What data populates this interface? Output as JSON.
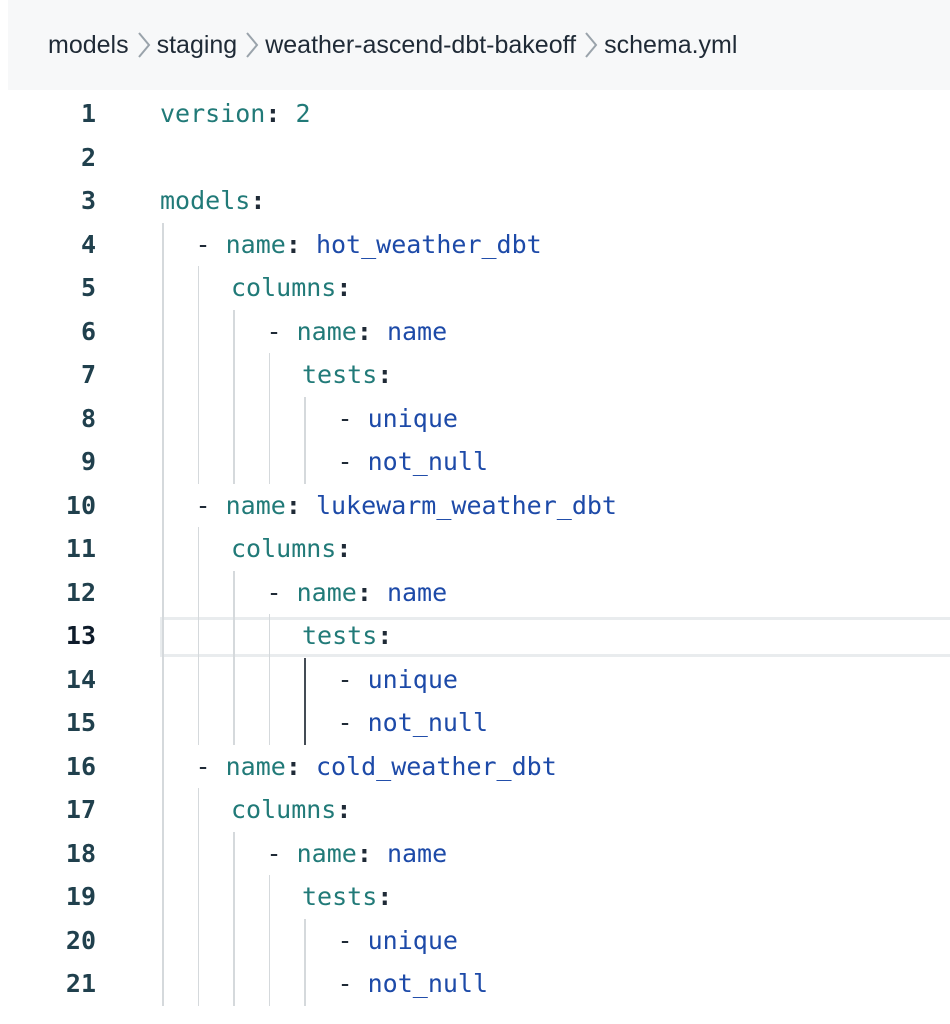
{
  "breadcrumb": {
    "items": [
      "models",
      "staging",
      "weather-ascend-dbt-bakeoff",
      "schema.yml"
    ]
  },
  "editor": {
    "active_line": 13,
    "lines": [
      {
        "num": "1",
        "indent": 0,
        "parts": [
          {
            "t": "k",
            "s": "version"
          },
          {
            "t": "p",
            "s": ":"
          },
          {
            "t": "k",
            "s": " 2"
          }
        ]
      },
      {
        "num": "2",
        "indent": 0,
        "parts": []
      },
      {
        "num": "3",
        "indent": 0,
        "parts": [
          {
            "t": "k",
            "s": "models"
          },
          {
            "t": "p",
            "s": ":"
          }
        ]
      },
      {
        "num": "4",
        "indent": 1,
        "parts": [
          {
            "t": "dash",
            "s": "- "
          },
          {
            "t": "k",
            "s": "name"
          },
          {
            "t": "p",
            "s": ":"
          },
          {
            "t": "v",
            "s": " hot_weather_dbt"
          }
        ]
      },
      {
        "num": "5",
        "indent": 2,
        "parts": [
          {
            "t": "k",
            "s": "columns"
          },
          {
            "t": "p",
            "s": ":"
          }
        ]
      },
      {
        "num": "6",
        "indent": 3,
        "parts": [
          {
            "t": "dash",
            "s": "- "
          },
          {
            "t": "k",
            "s": "name"
          },
          {
            "t": "p",
            "s": ":"
          },
          {
            "t": "v",
            "s": " name"
          }
        ]
      },
      {
        "num": "7",
        "indent": 4,
        "parts": [
          {
            "t": "k",
            "s": "tests"
          },
          {
            "t": "p",
            "s": ":"
          }
        ]
      },
      {
        "num": "8",
        "indent": 5,
        "parts": [
          {
            "t": "dash",
            "s": "- "
          },
          {
            "t": "v",
            "s": "unique"
          }
        ]
      },
      {
        "num": "9",
        "indent": 5,
        "parts": [
          {
            "t": "dash",
            "s": "- "
          },
          {
            "t": "v",
            "s": "not_null"
          }
        ]
      },
      {
        "num": "10",
        "indent": 1,
        "parts": [
          {
            "t": "dash",
            "s": "- "
          },
          {
            "t": "k",
            "s": "name"
          },
          {
            "t": "p",
            "s": ":"
          },
          {
            "t": "v",
            "s": " lukewarm_weather_dbt"
          }
        ]
      },
      {
        "num": "11",
        "indent": 2,
        "parts": [
          {
            "t": "k",
            "s": "columns"
          },
          {
            "t": "p",
            "s": ":"
          }
        ]
      },
      {
        "num": "12",
        "indent": 3,
        "parts": [
          {
            "t": "dash",
            "s": "- "
          },
          {
            "t": "k",
            "s": "name"
          },
          {
            "t": "p",
            "s": ":"
          },
          {
            "t": "v",
            "s": " name"
          }
        ]
      },
      {
        "num": "13",
        "indent": 4,
        "parts": [
          {
            "t": "k",
            "s": "tests"
          },
          {
            "t": "p",
            "s": ":"
          }
        ]
      },
      {
        "num": "14",
        "indent": 5,
        "parts": [
          {
            "t": "dash",
            "s": "- "
          },
          {
            "t": "v",
            "s": "unique"
          }
        ]
      },
      {
        "num": "15",
        "indent": 5,
        "parts": [
          {
            "t": "dash",
            "s": "- "
          },
          {
            "t": "v",
            "s": "not_null"
          }
        ]
      },
      {
        "num": "16",
        "indent": 1,
        "parts": [
          {
            "t": "dash",
            "s": "- "
          },
          {
            "t": "k",
            "s": "name"
          },
          {
            "t": "p",
            "s": ":"
          },
          {
            "t": "v",
            "s": " cold_weather_dbt"
          }
        ]
      },
      {
        "num": "17",
        "indent": 2,
        "parts": [
          {
            "t": "k",
            "s": "columns"
          },
          {
            "t": "p",
            "s": ":"
          }
        ]
      },
      {
        "num": "18",
        "indent": 3,
        "parts": [
          {
            "t": "dash",
            "s": "- "
          },
          {
            "t": "k",
            "s": "name"
          },
          {
            "t": "p",
            "s": ":"
          },
          {
            "t": "v",
            "s": " name"
          }
        ]
      },
      {
        "num": "19",
        "indent": 4,
        "parts": [
          {
            "t": "k",
            "s": "tests"
          },
          {
            "t": "p",
            "s": ":"
          }
        ]
      },
      {
        "num": "20",
        "indent": 5,
        "parts": [
          {
            "t": "dash",
            "s": "- "
          },
          {
            "t": "v",
            "s": "unique"
          }
        ]
      },
      {
        "num": "21",
        "indent": 5,
        "parts": [
          {
            "t": "dash",
            "s": "- "
          },
          {
            "t": "v",
            "s": "not_null"
          }
        ]
      }
    ]
  },
  "colors": {
    "key": "#217a78",
    "value": "#1d4aa8",
    "line_number": "#20404d",
    "guide": "#d5d9dc",
    "guide_active": "#444c55",
    "breadcrumb_bg": "#f7f8f9"
  }
}
